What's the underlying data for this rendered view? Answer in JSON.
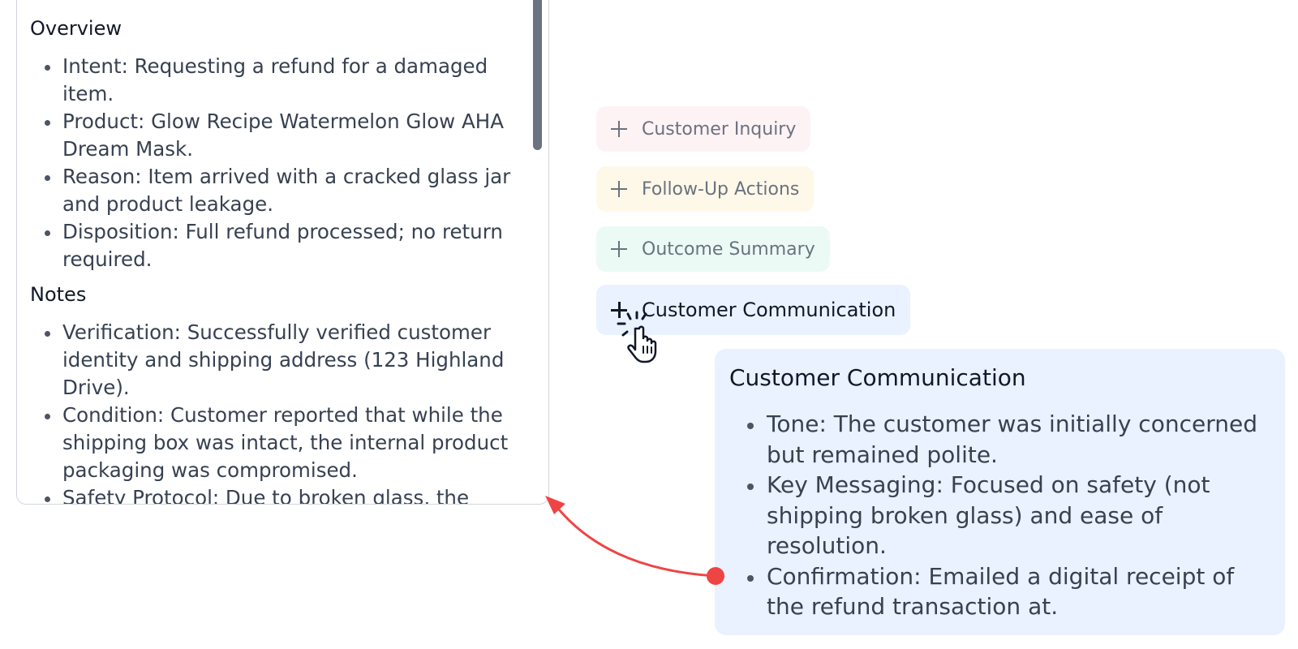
{
  "summary": {
    "overview_title": "Overview",
    "overview_items": [
      "Intent: Requesting a refund for a damaged item.",
      "Product: Glow Recipe Watermelon Glow AHA Dream Mask.",
      "Reason: Item arrived with a cracked glass jar and product leakage.",
      "Disposition: Full refund processed; no return required."
    ],
    "notes_title": "Notes",
    "notes_items": [
      "Verification: Successfully verified customer identity and shipping address (123 Highland Drive).",
      "Condition: Customer reported that while the shipping box was intact, the internal product packaging was compromised.",
      "Safety Protocol: Due to broken glass, the customer was advised to dispose of the item safely."
    ]
  },
  "categories": {
    "inquiry": "Customer Inquiry",
    "followup": "Follow-Up Actions",
    "outcome": "Outcome Summary",
    "communication": "Customer Communication"
  },
  "card": {
    "title": "Customer Communication",
    "items": [
      "Tone: The customer was initially concerned but remained polite.",
      "Key Messaging: Focused on safety (not shipping broken glass) and ease of resolution.",
      "Confirmation: Emailed a digital receipt of the refund transaction at."
    ]
  },
  "colors": {
    "arrow": "#ef4444",
    "card_bg": "#eaf1ff",
    "inquiry_bg": "#fdf2f4",
    "followup_bg": "#fdf8e8",
    "outcome_bg": "#ebfaf5",
    "communication_bg": "#eaf2ff"
  },
  "icons": {
    "chip": "plus-icon",
    "cursor": "hand-pointer-icon"
  }
}
